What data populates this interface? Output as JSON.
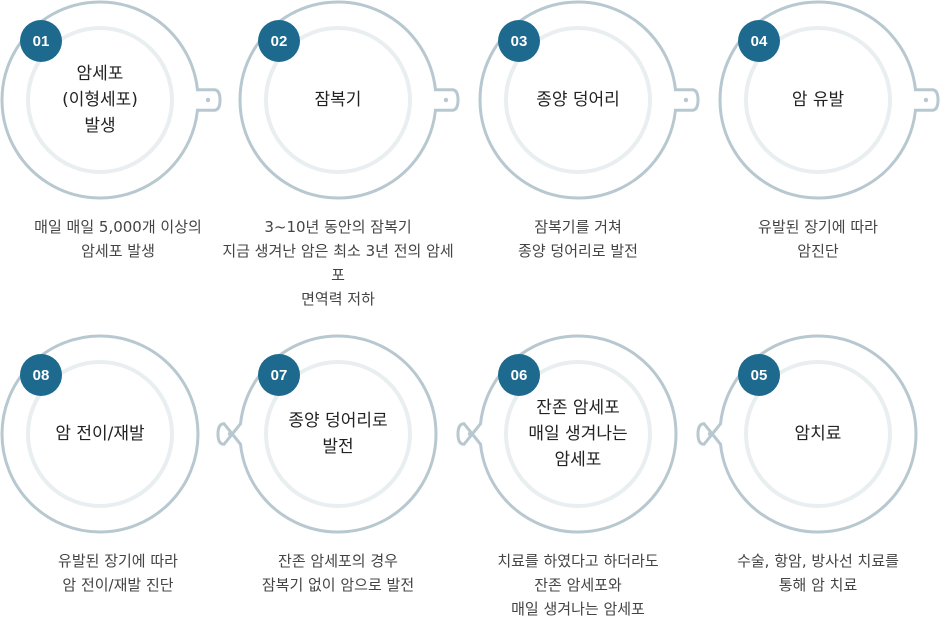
{
  "colors": {
    "ring": "#b8c8d0",
    "ring_inner": "#e9eef1",
    "badge": "#1d6a8e",
    "title": "#222222",
    "text": "#444444"
  },
  "steps": [
    {
      "num": "01",
      "title": "암세포\n(이형세포)\n발생",
      "desc": "매일 매일 5,000개 이상의\n암세포 발생",
      "tail": "right",
      "row": 0,
      "col": 0
    },
    {
      "num": "02",
      "title": "잠복기",
      "desc": "3~10년 동안의 잠복기\n지금 생겨난 암은 최소 3년 전의 암세포\n면역력 저하",
      "tail": "right",
      "row": 0,
      "col": 1
    },
    {
      "num": "03",
      "title": "종양 덩어리",
      "desc": "잠복기를 거쳐\n종양 덩어리로 발전",
      "tail": "right",
      "row": 0,
      "col": 2
    },
    {
      "num": "04",
      "title": "암 유발",
      "desc": "유발된 장기에 따라\n암진단",
      "tail": "right",
      "row": 0,
      "col": 3
    },
    {
      "num": "08",
      "title": "암 전이/재발",
      "desc": "유발된 장기에 따라\n암 전이/재발 진단",
      "tail": "none",
      "row": 1,
      "col": 0
    },
    {
      "num": "07",
      "title": "종양 덩어리로\n발전",
      "desc": "잔존 암세포의 경우\n잠복기 없이 암으로 발전",
      "tail": "left",
      "row": 1,
      "col": 1
    },
    {
      "num": "06",
      "title": "잔존 암세포\n매일 생겨나는\n암세포",
      "desc": "치료를 하였다고 하더라도\n잔존 암세포와\n매일 생겨나는 암세포",
      "tail": "left",
      "row": 1,
      "col": 2
    },
    {
      "num": "05",
      "title": "암치료",
      "desc": "수술, 항암, 방사선 치료를\n통해 암 치료",
      "tail": "left",
      "row": 1,
      "col": 3
    }
  ]
}
